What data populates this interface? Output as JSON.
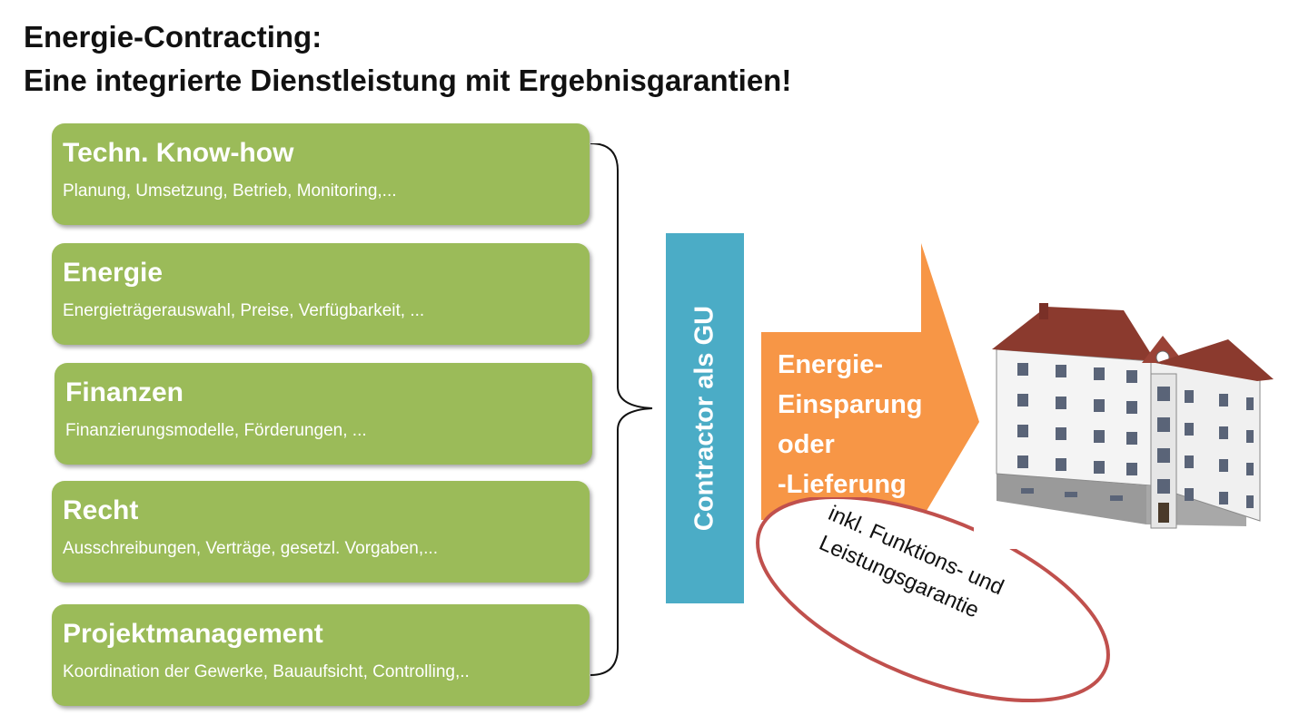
{
  "title": {
    "line1": "Energie-Contracting:",
    "line2": "Eine integrierte Dienstleistung mit Ergebnisgarantien!"
  },
  "boxes": [
    {
      "title": "Techn. Know-how",
      "subtitle": "Planung, Umsetzung, Betrieb, Monitoring,..."
    },
    {
      "title": "Energie",
      "subtitle": "Energieträgerauswahl, Preise, Verfügbarkeit, ..."
    },
    {
      "title": "Finanzen",
      "subtitle": "Finanzierungsmodelle,  Förderungen, ..."
    },
    {
      "title": "Recht",
      "subtitle": "Ausschreibungen, Verträge, gesetzl. Vorgaben,..."
    },
    {
      "title": "Projektmanagement",
      "subtitle": "Koordination der Gewerke, Bauaufsicht, Controlling,.."
    }
  ],
  "contractor": {
    "label": "Contractor als GU"
  },
  "arrow": {
    "line1": "Energie-",
    "line2": "Einsparung",
    "line3": "oder",
    "line4": "-Lieferung"
  },
  "guarantee": {
    "line1": "inkl. Funktions- und",
    "line2": "Leistungsgarantie"
  },
  "colors": {
    "box_green": "#9bbb59",
    "bar_blue": "#4bacc6",
    "arrow_orange": "#f79646",
    "ellipse_red": "#c0504d"
  },
  "icons": {
    "building": "building-icon"
  }
}
